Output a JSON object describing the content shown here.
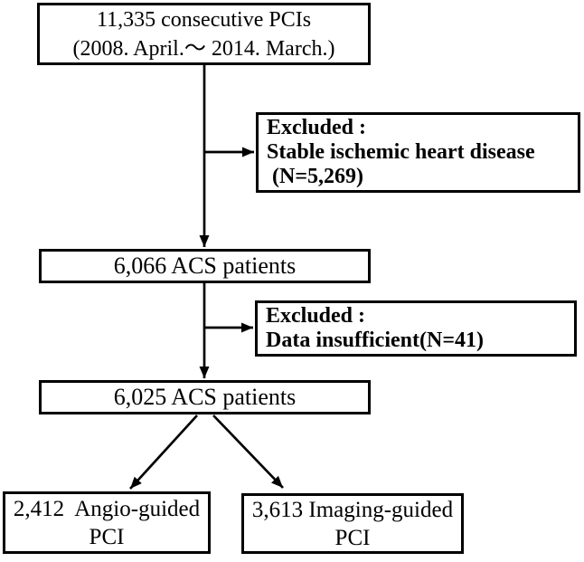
{
  "figure": {
    "colors": {
      "background": "#ffffff",
      "line": "#000000",
      "text": "#000000"
    },
    "nodes": {
      "total": {
        "line1": "11,335 consecutive PCIs",
        "line2": "(2008. April.～ 2014. March.)"
      },
      "excluded_stable": {
        "line1": "Excluded :",
        "line2": "Stable ischemic heart disease",
        "line3": " (N=5,269)"
      },
      "acs_6066": {
        "label": "6,066 ACS patients"
      },
      "excluded_insufficient": {
        "line1": "Excluded :",
        "line2": "Data insufficient(N=41)"
      },
      "acs_6025": {
        "label": "6,025 ACS patients"
      },
      "angio_guided": {
        "line1": "2,412  Angio-guided",
        "line2": "PCI"
      },
      "imaging_guided": {
        "line1": "3,613 Imaging-guided",
        "line2": "PCI"
      }
    }
  }
}
